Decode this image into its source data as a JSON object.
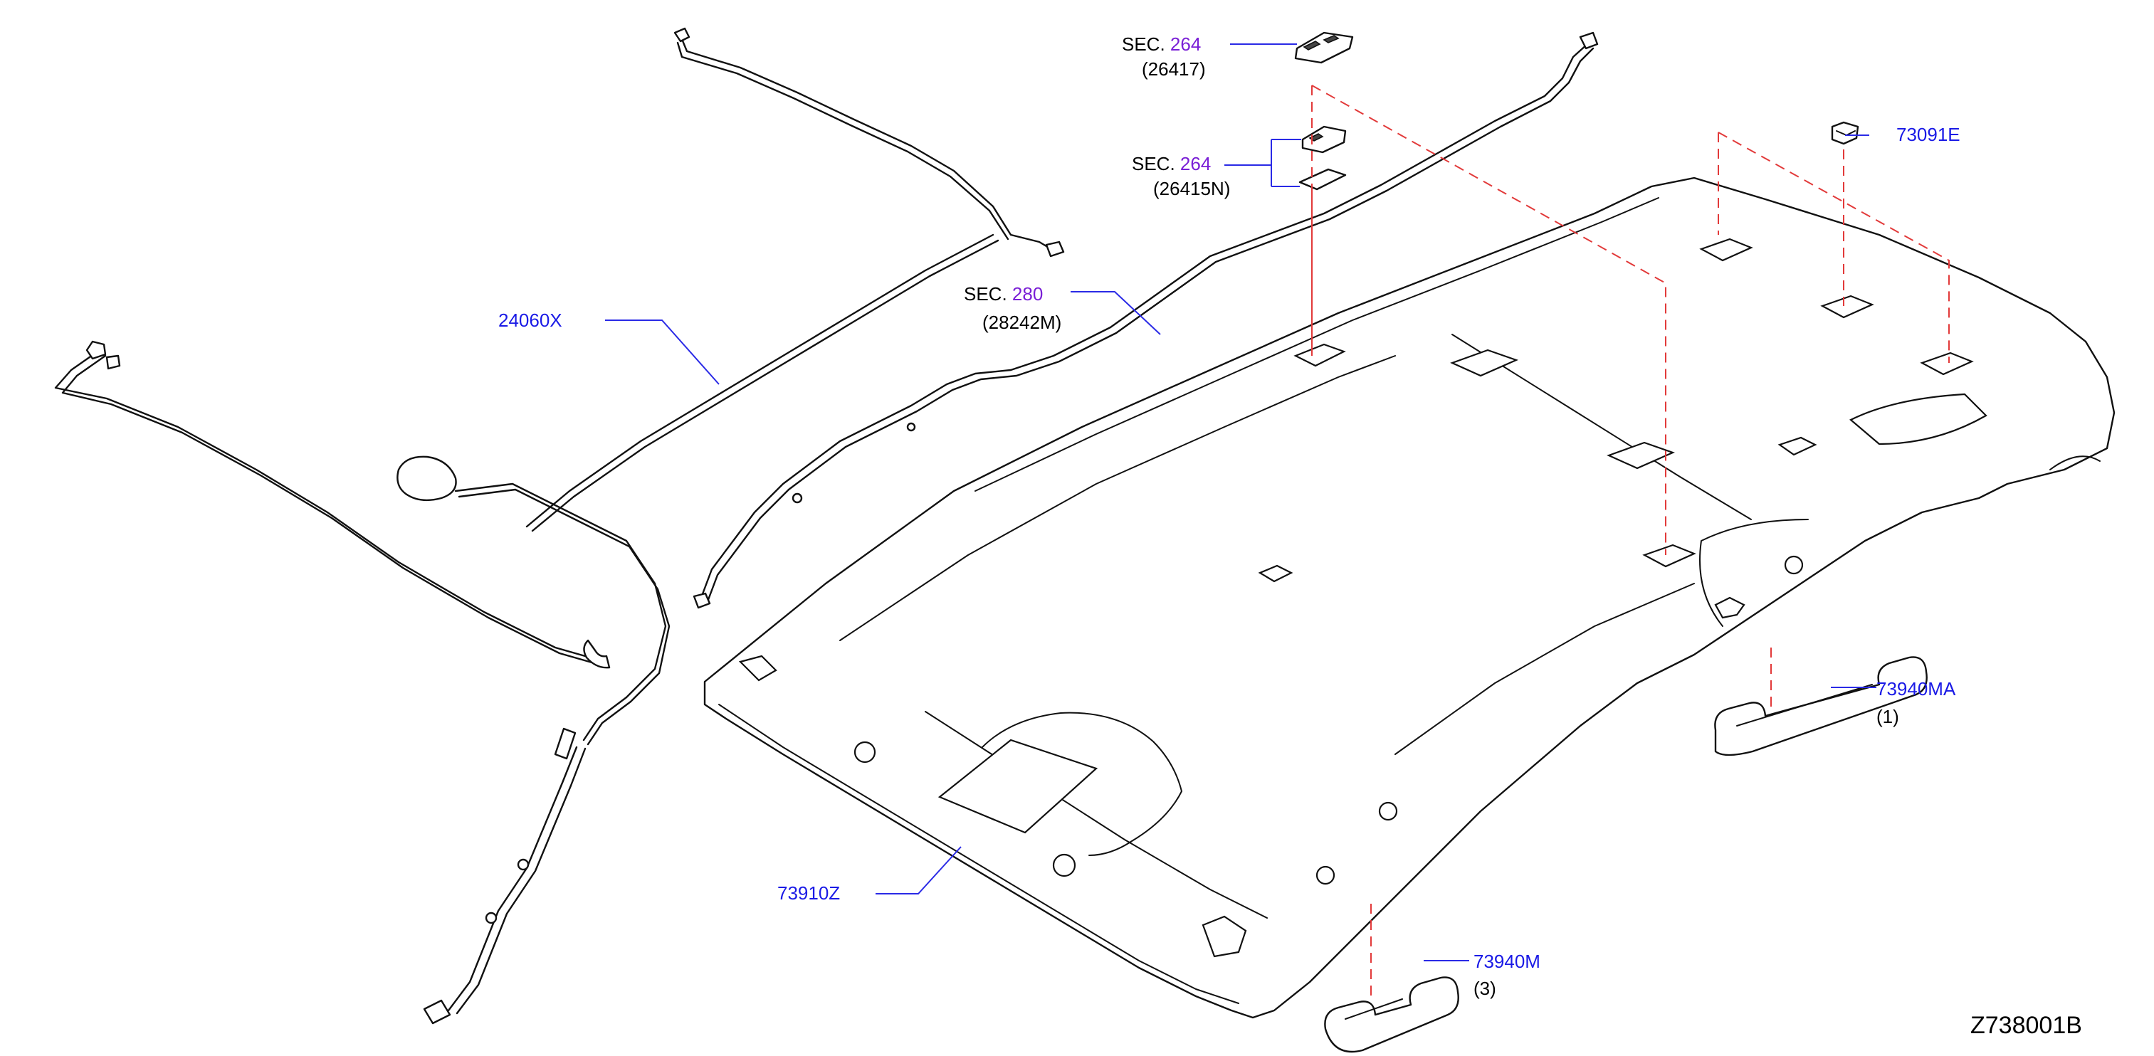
{
  "diagram_id": "Z738001B",
  "callouts": {
    "sec_264_top": {
      "prefix": "SEC. ",
      "number": "264",
      "sub": "(26417)"
    },
    "sec_264_mid": {
      "prefix": "SEC. ",
      "number": "264",
      "sub": "(26415N)"
    },
    "sec_280": {
      "prefix": "SEC. ",
      "number": "280",
      "sub": "(28242M)"
    },
    "harness": {
      "part": "24060X"
    },
    "clip": {
      "part": "73091E"
    },
    "headlining": {
      "part": "73910Z"
    },
    "grip_rear": {
      "part": "73940MA",
      "qty": "(1)"
    },
    "grip_front": {
      "part": "73940M",
      "qty": "(3)"
    }
  },
  "colors": {
    "part_number": "#1a1ae6",
    "section_ref": "#7a1fd6",
    "leader": "#2a2ae6",
    "dashed_guide": "#e23a3a",
    "linework": "#111111"
  },
  "icons": [
    "harness-wire",
    "antenna-cable",
    "headlining-panel",
    "map-lamp",
    "room-lamp",
    "trim-clip",
    "assist-grip"
  ]
}
